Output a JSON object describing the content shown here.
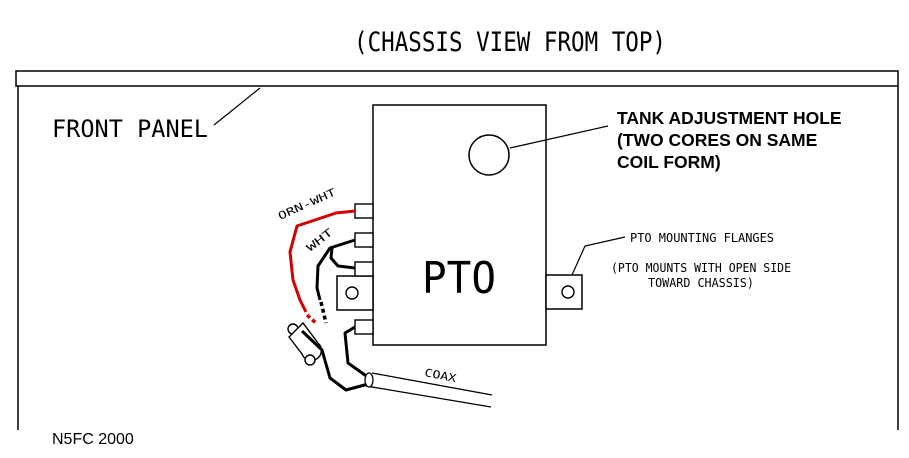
{
  "diagram": {
    "title": "(CHASSIS VIEW FROM TOP)",
    "front_panel_label": "FRONT PANEL",
    "pto_label": "PTO",
    "tank_hole_label": [
      "TANK ADJUSTMENT HOLE",
      "(TWO CORES ON SAME",
      "COIL FORM)"
    ],
    "flanges_label": "PTO MOUNTING FLANGES",
    "mount_note": [
      "(PTO MOUNTS WITH OPEN SIDE",
      "TOWARD CHASSIS)"
    ],
    "wire_orn_wht": "ORN-WHT",
    "wire_wht": "WHT",
    "coax_label": "COAX",
    "credit": "N5FC 2000"
  },
  "colors": {
    "line": "#000000",
    "wire_red": "#d40000",
    "background": "#ffffff"
  }
}
